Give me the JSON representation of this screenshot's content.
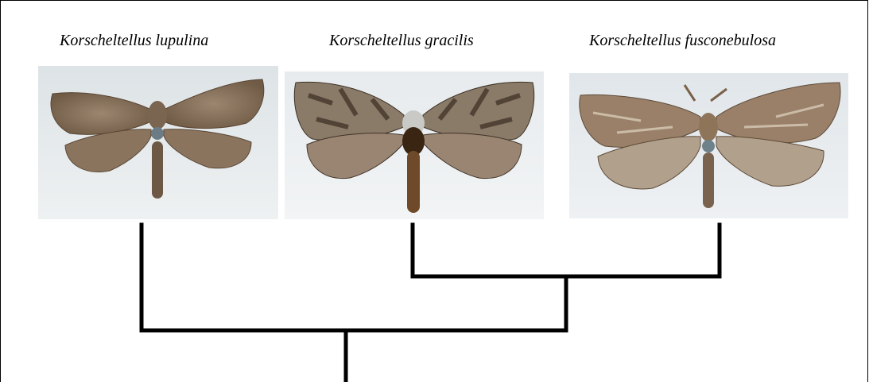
{
  "species": [
    {
      "name": "Korscheltellus lupulina"
    },
    {
      "name": "Korscheltellus gracilis"
    },
    {
      "name": "Korscheltellus fusconebulosa"
    }
  ],
  "tree": {
    "topology": "((Korscheltellus gracilis, Korscheltellus fusconebulosa), Korscheltellus lupulina) with K. lupulina as outgroup; K. gracilis and K. fusconebulosa sister species",
    "line_color": "#000000"
  }
}
